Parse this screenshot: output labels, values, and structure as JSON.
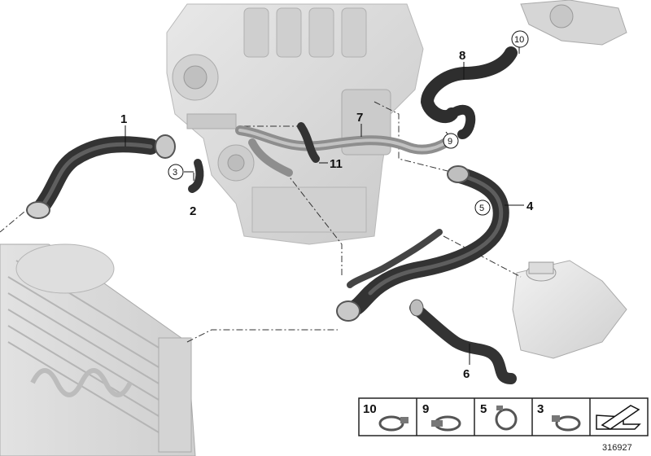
{
  "callouts": {
    "c1": "1",
    "c2": "2",
    "c3": "3",
    "c4": "4",
    "c5": "5",
    "c6": "6",
    "c7": "7",
    "c8": "8",
    "c9": "9",
    "c10": "10",
    "c11": "11"
  },
  "legend": {
    "items": [
      "10",
      "9",
      "5",
      "3"
    ]
  },
  "diagram_id": "316927",
  "colors": {
    "hose": "#3a3a3a",
    "hose_highlight": "#6a6a6a",
    "engine": "#d9d9d9",
    "engine_shadow": "#bdbdbd",
    "line": "#222222"
  }
}
